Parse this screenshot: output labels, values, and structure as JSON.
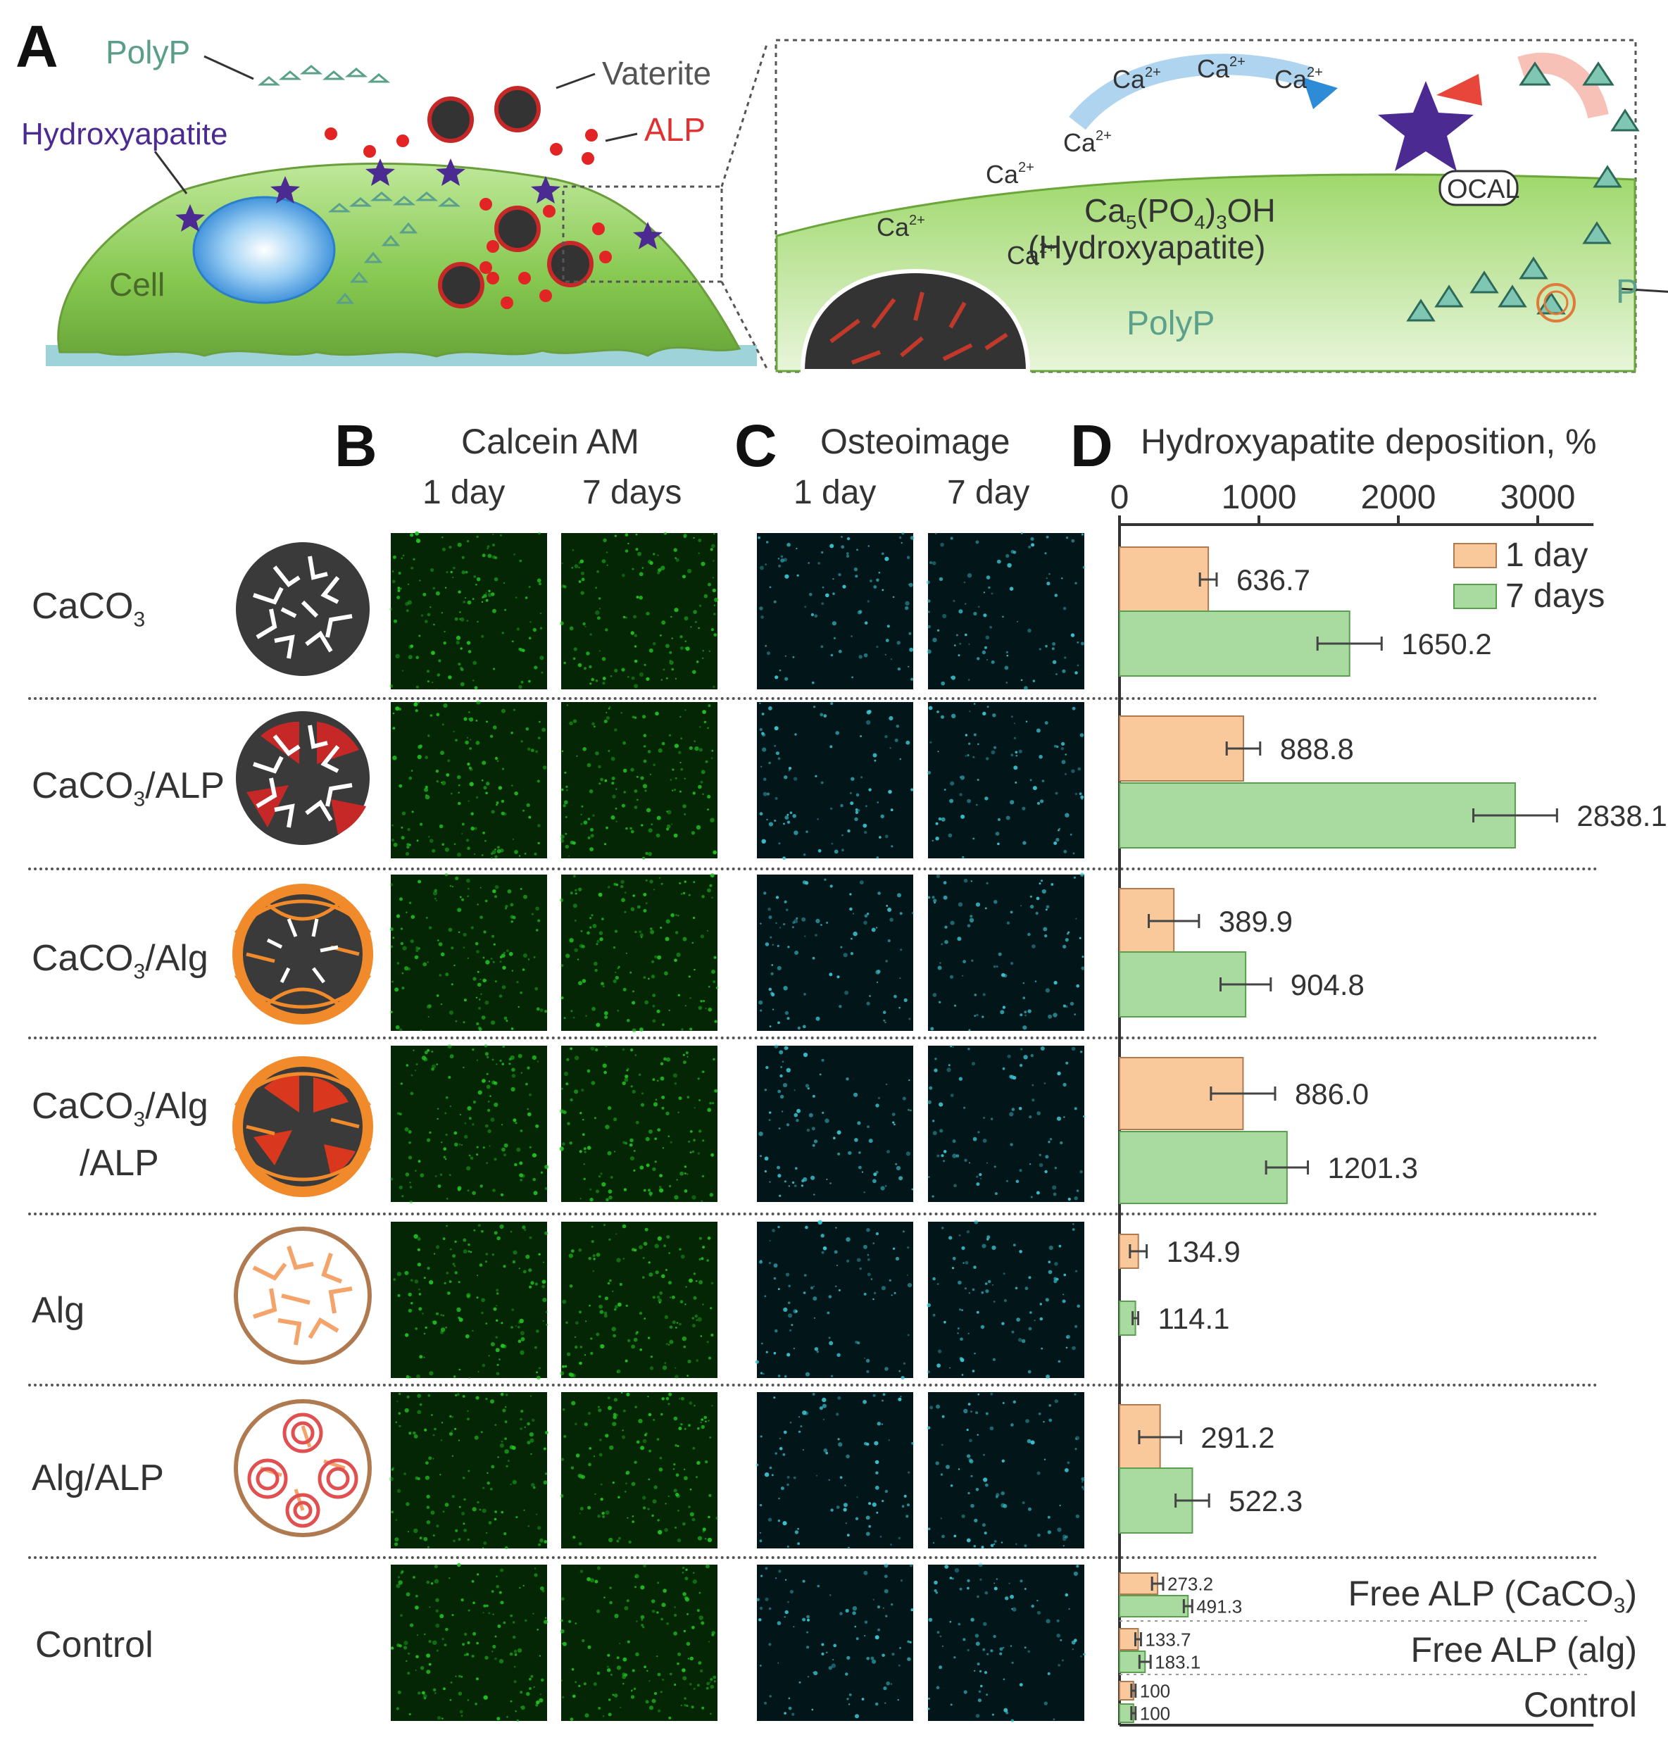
{
  "panel_a": {
    "letter": "A",
    "labels": {
      "polyp": "PolyP",
      "vaterite": "Vaterite",
      "alp": "ALP",
      "hydroxyapatite": "Hydroxyapatite",
      "cell": "Cell"
    },
    "zoom": {
      "ca": "Ca",
      "ca_sup": "2+",
      "formula_main": "Ca",
      "formula_sub1": "5",
      "formula_mid": "(PO",
      "formula_sub2": "4",
      "formula_mid2": ")",
      "formula_sub3": "3",
      "formula_end": "OH",
      "hydroxyapatite": "(Hydroxyapatite)",
      "ocal": "OCAL",
      "polyp": "PolyP",
      "p": "P"
    }
  },
  "panel_b": {
    "letter": "B",
    "title": "Calcein AM",
    "col1": "1 day",
    "col2": "7 days"
  },
  "panel_c": {
    "letter": "C",
    "title": "Osteoimage",
    "col1": "1 day",
    "col2": "7 day"
  },
  "panel_d": {
    "letter": "D",
    "title": "Hydroxyapatite deposition, %"
  },
  "rows": [
    {
      "label": "CaCO",
      "sub": "3",
      "tail": ""
    },
    {
      "label": "CaCO",
      "sub": "3",
      "tail": "/ALP"
    },
    {
      "label": "CaCO",
      "sub": "3",
      "tail": "/Alg"
    },
    {
      "label": "CaCO",
      "sub": "3",
      "tail": "/Alg",
      "line2": "/ALP"
    },
    {
      "label": "Alg",
      "sub": "",
      "tail": ""
    },
    {
      "label": "Alg/ALP",
      "sub": "",
      "tail": ""
    },
    {
      "label": "Control",
      "sub": "",
      "tail": ""
    }
  ],
  "colors": {
    "day1": "#f9c89b",
    "day7": "#a9dba0",
    "calcein_green": "#22c822",
    "osteo_cyan": "#3cc9d6",
    "cell_green": "#8ccf4e",
    "nucleus_blue": "#4aa3e6",
    "hydroxyapatite_purple": "#4b2a91",
    "alp_red": "#e32424",
    "polyp_teal": "#7fc6b3"
  },
  "chart_data": {
    "type": "bar",
    "orientation": "horizontal",
    "title": "Hydroxyapatite deposition, %",
    "xlim": [
      0,
      3400
    ],
    "xticks": [
      "0",
      "1000",
      "2000",
      "3000"
    ],
    "legend": {
      "position": "top-right",
      "entries": [
        "1 day",
        "7 days"
      ]
    },
    "categories": [
      "CaCO3",
      "CaCO3/ALP",
      "CaCO3/Alg",
      "CaCO3/Alg/ALP",
      "Alg",
      "Alg/ALP",
      "Free ALP (CaCO3)",
      "Free ALP (alg)",
      "Control"
    ],
    "series": [
      {
        "name": "1 day",
        "values": [
          636.7,
          888.8,
          389.9,
          886.0,
          134.9,
          291.2,
          273.2,
          133.7,
          100
        ],
        "errors": [
          60,
          120,
          180,
          230,
          60,
          150,
          40,
          20,
          15
        ],
        "labels": [
          "636.7",
          "888.8",
          "389.9",
          "886.0",
          "134.9",
          "291.2",
          "273.2",
          "133.7",
          "100"
        ]
      },
      {
        "name": "7 days",
        "values": [
          1650.2,
          2838.1,
          904.8,
          1201.3,
          114.1,
          522.3,
          491.3,
          183.1,
          100
        ],
        "errors": [
          230,
          300,
          180,
          150,
          20,
          120,
          30,
          40,
          15
        ],
        "labels": [
          "1650.2",
          "2838.1",
          "904.8",
          "1201.3",
          "114.1",
          "522.3",
          "491.3",
          "183.1",
          "100"
        ]
      }
    ],
    "small_group_labels": {
      "free_caco3_main": "Free ALP (CaCO",
      "free_caco3_sub": "3",
      "free_caco3_end": ")",
      "free_alg": "Free ALP (alg)",
      "control": "Control"
    }
  }
}
